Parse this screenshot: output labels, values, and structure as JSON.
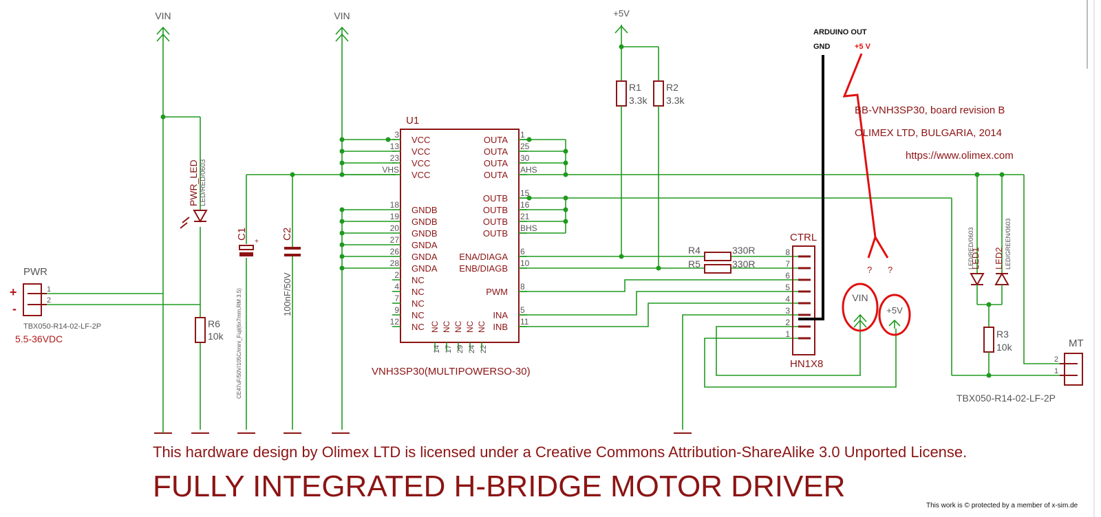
{
  "supplies": {
    "vin": "VIN",
    "plus5v": "+5V"
  },
  "arduino": {
    "title": "ARDUINO OUT",
    "gnd": "GND",
    "plus5": "+5 V"
  },
  "board": {
    "line1": "BB-VNH3SP30, board revision B",
    "line2": "OLIMEX LTD, BULGARIA, 2014",
    "line3": "https://www.olimex.com"
  },
  "ic": {
    "ref": "U1",
    "part": "VNH3SP30(MULTIPOWERSO-30)",
    "left_pins": [
      {
        "num": "3",
        "name": "VCC"
      },
      {
        "num": "13",
        "name": "VCC"
      },
      {
        "num": "23",
        "name": "VCC"
      },
      {
        "num": "VHS",
        "name": "VCC"
      },
      {
        "num": "18",
        "name": "GNDB"
      },
      {
        "num": "19",
        "name": "GNDB"
      },
      {
        "num": "20",
        "name": "GNDB"
      },
      {
        "num": "27",
        "name": "GNDA"
      },
      {
        "num": "26",
        "name": "GNDA"
      },
      {
        "num": "28",
        "name": "GNDA"
      },
      {
        "num": "2",
        "name": "NC"
      },
      {
        "num": "4",
        "name": "NC"
      },
      {
        "num": "7",
        "name": "NC"
      },
      {
        "num": "9",
        "name": "NC"
      },
      {
        "num": "12",
        "name": "NC"
      }
    ],
    "right_pins": [
      {
        "num": "1",
        "name": "OUTA"
      },
      {
        "num": "25",
        "name": "OUTA"
      },
      {
        "num": "30",
        "name": "OUTA"
      },
      {
        "num": "AHS",
        "name": "OUTA"
      },
      {
        "num": "15",
        "name": "OUTB"
      },
      {
        "num": "16",
        "name": "OUTB"
      },
      {
        "num": "21",
        "name": "OUTB"
      },
      {
        "num": "BHS",
        "name": "OUTB"
      },
      {
        "num": "6",
        "name": "ENA/DIAGA"
      },
      {
        "num": "10",
        "name": "ENB/DIAGB"
      },
      {
        "num": "8",
        "name": "PWM"
      },
      {
        "num": "5",
        "name": "INA"
      },
      {
        "num": "11",
        "name": "INB"
      }
    ],
    "nc_bottom": "NC",
    "bottom_pins": [
      "14",
      "17",
      "29",
      "24",
      "22"
    ]
  },
  "parts": {
    "r1": {
      "ref": "R1",
      "value": "3.3k"
    },
    "r2": {
      "ref": "R2",
      "value": "3.3k"
    },
    "r3": {
      "ref": "R3",
      "value": "10k"
    },
    "r4": {
      "ref": "R4",
      "value": "330R"
    },
    "r5": {
      "ref": "R5",
      "value": "330R"
    },
    "r6": {
      "ref": "R6",
      "value": "10k"
    },
    "c1": {
      "ref": "C1",
      "value": "CE47uF/50V/105C/mini_Fuji(6x7mm,RM 3.5)"
    },
    "c2": {
      "ref": "C2",
      "value": "100nF/50V"
    },
    "pwr_led": {
      "ref": "PWR_LED",
      "value": "LED/RED/0603"
    },
    "led1": {
      "ref": "LED1",
      "value": "LED/RED/0603"
    },
    "led2": {
      "ref": "LED2",
      "value": "LED/GREEN/0603"
    }
  },
  "pwr": {
    "ref": "PWR",
    "part": "TBX050-R14-02-LF-2P",
    "range": "5.5-36VDC",
    "plus": "+",
    "minus": "-",
    "pin1": "1",
    "pin2": "2"
  },
  "mt": {
    "ref": "MT",
    "part": "TBX050-R14-02-LF-2P",
    "pin1": "1",
    "pin2": "2"
  },
  "ctrl": {
    "ref": "CTRL",
    "part": "HN1X8",
    "pins": [
      "8",
      "7",
      "6",
      "5",
      "4",
      "3",
      "2",
      "1"
    ]
  },
  "annotations": {
    "vin_circle": "VIN",
    "plus5_circle": "+5V",
    "question": "?"
  },
  "footer": {
    "license": "This hardware design by Olimex LTD is licensed under a Creative Commons Attribution-ShareAlike 3.0 Unported License.",
    "title": "FULLY INTEGRATED H-BRIDGE MOTOR DRIVER",
    "watermark": "This work is © protected by a member of x-sim.de"
  },
  "colors": {
    "wire": "#1f9a1f",
    "body": "#8c1414",
    "annotation": "#e01010",
    "label": "#8c1414"
  }
}
